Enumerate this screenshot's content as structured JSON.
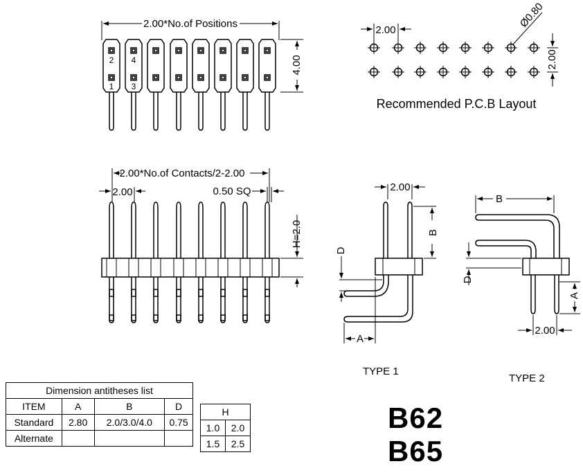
{
  "top_view": {
    "width_dim": "2.00*No.of Positions",
    "height_dim": "4.00",
    "pin_labels": [
      "2",
      "4",
      "1",
      "3"
    ]
  },
  "pcb_layout": {
    "pitch_dim": "2.00",
    "row_dim": "2.00",
    "hole_dim": "Ø0.80",
    "caption": "Recommended P.C.B Layout"
  },
  "side_view": {
    "contacts_dim": "2.00*No.of Contacts/2-2.00",
    "pitch_dim": "2.00",
    "square_dim": "0.50 SQ",
    "height_dim": "H=2.0"
  },
  "type1": {
    "pitch_dim": "2.00",
    "a": "A",
    "b": "B",
    "d": "D",
    "caption": "TYPE 1"
  },
  "type2": {
    "pitch_dim": "2.00",
    "a": "A",
    "b": "B",
    "d": "D",
    "caption": "TYPE 2"
  },
  "dimension_table": {
    "title": "Dimension antitheses list",
    "headers": [
      "ITEM",
      "A",
      "B",
      "D"
    ],
    "rows": [
      [
        "Standard",
        "2.80",
        "2.0/3.0/4.0",
        "0.75"
      ],
      [
        "Alternate",
        "",
        "",
        ""
      ]
    ]
  },
  "h_table": {
    "header": "H",
    "rows": [
      [
        "1.0",
        "2.0"
      ],
      [
        "1.5",
        "2.5"
      ]
    ]
  },
  "models": [
    "B62",
    "B65"
  ]
}
